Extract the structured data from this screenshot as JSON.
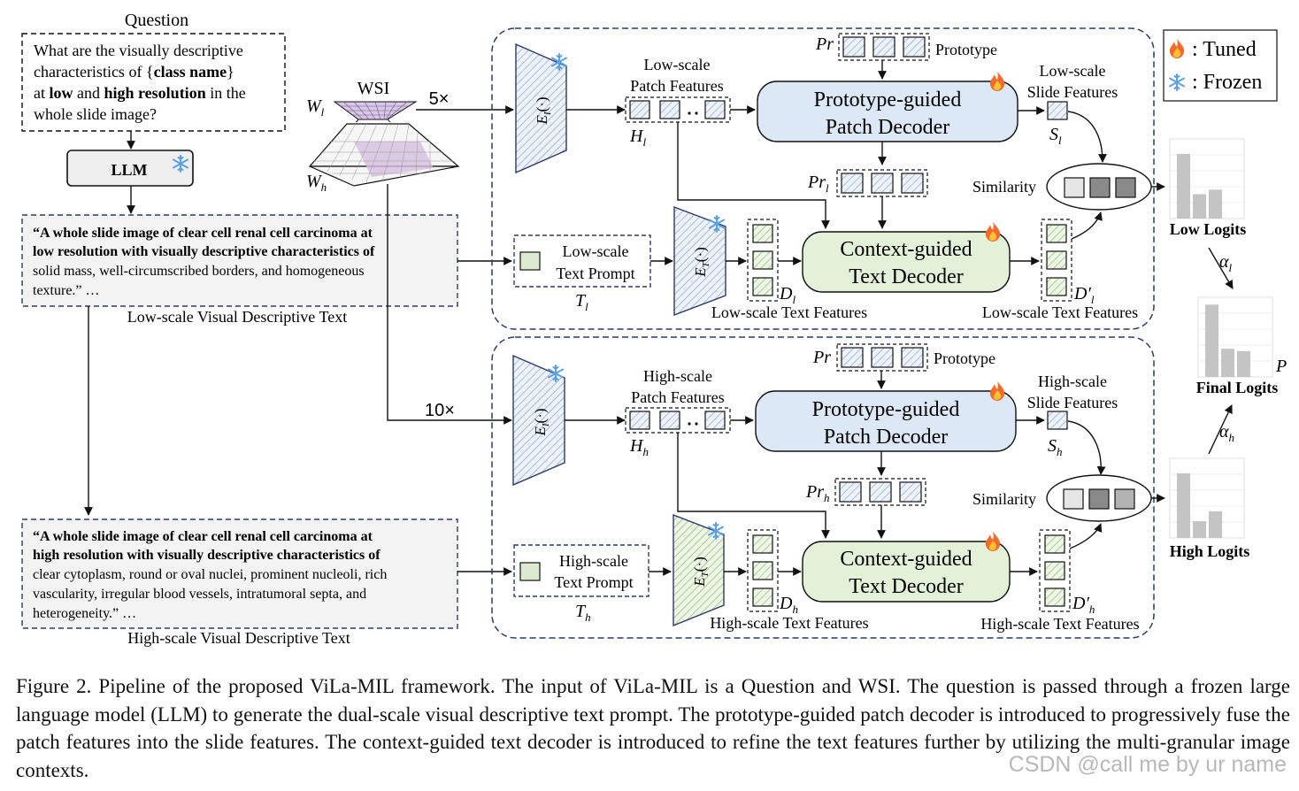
{
  "colors": {
    "decoder_blue": "#dce8f6",
    "decoder_green": "#e3f1d8",
    "text_box_bg": "#f3f3f3",
    "dashed_navy": "#2c3a6b",
    "bar_gray": "#c4c4c4",
    "token_gray": "#8a8a8a",
    "token_light": "#e6e6e6"
  },
  "question": {
    "title": "Question",
    "line1": "What are the visually descriptive",
    "line2_pre": "characteristics of {",
    "line2_bold": "class name",
    "line2_post": "}",
    "line3_pre": "at ",
    "line3_bold1": "low",
    "line3_mid": " and ",
    "line3_bold2": "high resolution",
    "line3_post": " in the",
    "line4": "whole slide image?"
  },
  "llm": {
    "label": "LLM"
  },
  "wsi": {
    "label": "WSI",
    "wl": "W",
    "wl_sub": "l",
    "wh": "W",
    "wh_sub": "h",
    "scale_low": "5×",
    "scale_high": "10×"
  },
  "low_text": {
    "b1": "“A whole slide image of clear cell renal cell carcinoma at",
    "b2": "low resolution with visually descriptive characteristics of",
    "n1": "solid mass, well-circumscribed borders, and homogeneous",
    "n2": "texture.” …",
    "caption": "Low-scale Visual Descriptive Text"
  },
  "high_text": {
    "b1": "“A whole slide image of clear cell renal cell carcinoma at",
    "b2": "high resolution with visually descriptive characteristics of",
    "n1": "clear cytoplasm, round or oval nuclei, prominent nucleoli, rich",
    "n2": "vascularity, irregular blood vessels, intratumoral septa, and",
    "n3": "heterogeneity.” …",
    "caption": "High-scale Visual Descriptive Text"
  },
  "low_branch": {
    "prompt1": "Low-scale",
    "prompt2": "Text Prompt",
    "t": "T",
    "t_sub": "l",
    "patch1": "Low-scale",
    "patch2": "Patch Features",
    "h": "H",
    "h_sub": "l",
    "pr": "Pr",
    "pr_l": "Pr",
    "pr_l_sub": "l",
    "prototype": "Prototype",
    "ppd1": "Prototype-guided",
    "ppd2": "Patch Decoder",
    "slide1": "Low-scale",
    "slide2": "Slide Features",
    "s": "S",
    "s_sub": "l",
    "similarity": "Similarity",
    "ctd1": "Context-guided",
    "ctd2": "Text Decoder",
    "d": "D",
    "d_sub": "l",
    "dprime": "D′",
    "dprime_sub": "l",
    "textfeat_left": "Low-scale Text Features",
    "textfeat_right": "Low-scale Text Features"
  },
  "high_branch": {
    "prompt1": "High-scale",
    "prompt2": "Text Prompt",
    "t": "T",
    "t_sub": "h",
    "patch1": "High-scale",
    "patch2": "Patch Features",
    "h": "H",
    "h_sub": "h",
    "pr": "Pr",
    "pr_h": "Pr",
    "pr_h_sub": "h",
    "prototype": "Prototype",
    "ppd1": "Prototype-guided",
    "ppd2": "Patch Decoder",
    "slide1": "High-scale",
    "slide2": "Slide Features",
    "s": "S",
    "s_sub": "h",
    "similarity": "Similarity",
    "ctd1": "Context-guided",
    "ctd2": "Text Decoder",
    "d": "D",
    "d_sub": "h",
    "dprime": "D′",
    "dprime_sub": "h",
    "textfeat_left": "High-scale Text Features",
    "textfeat_right": "High-scale Text Features"
  },
  "encoders": {
    "image": "E",
    "image_sub": "I",
    "text": "E",
    "text_sub": "T",
    "arg": "(·)"
  },
  "legend": {
    "tuned": ": Tuned",
    "frozen": ": Frozen",
    "tuned_icon": "fire-icon",
    "frozen_icon": "snowflake-icon"
  },
  "logits": {
    "low_label": "Low Logits",
    "high_label": "High Logits",
    "final_label": "Final Logits",
    "p": "P",
    "alpha_l": "α",
    "alpha_l_sub": "l",
    "alpha_h": "α",
    "alpha_h_sub": "h",
    "low_bars": [
      0.85,
      0.32,
      0.38
    ],
    "high_bars": [
      0.85,
      0.22,
      0.35
    ],
    "final_bars": [
      0.95,
      0.37,
      0.34
    ]
  },
  "caption": "Figure 2. Pipeline of the proposed ViLa-MIL framework. The input of ViLa-MIL is a Question and WSI. The question is passed through a frozen large language model (LLM) to generate the dual-scale visual descriptive text prompt. The prototype-guided patch decoder is introduced to progressively fuse the patch features into the slide features. The context-guided text decoder is introduced to refine the text features further by utilizing the multi-granular image contexts.",
  "watermark": "CSDN @call me by ur name"
}
